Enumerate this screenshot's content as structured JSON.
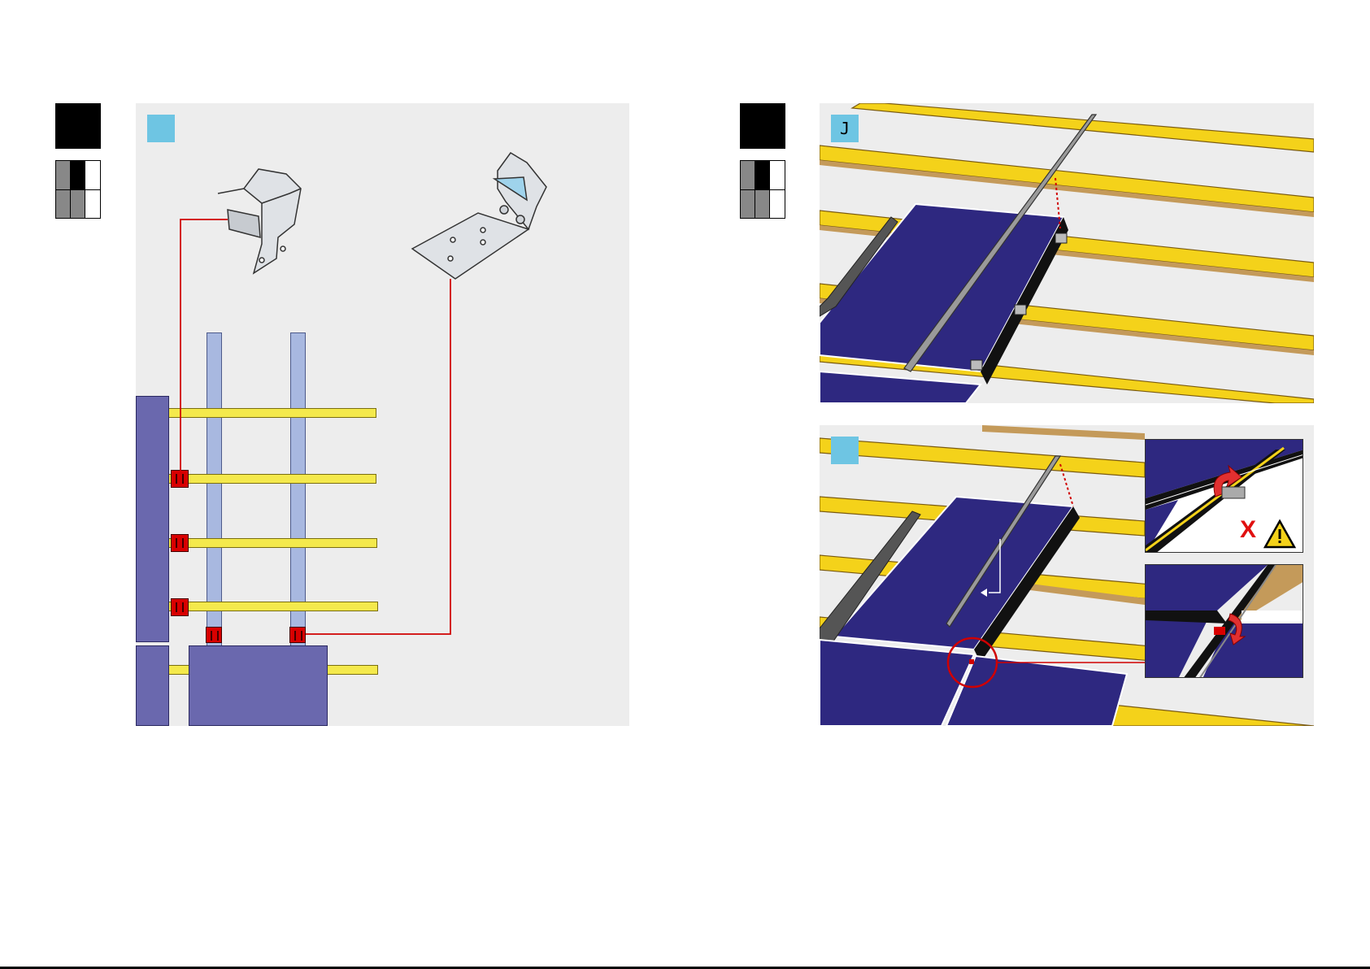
{
  "left_page": {
    "step_number": "",
    "progress_cells": [
      "gray",
      "black",
      "white",
      "gray",
      "gray",
      "white"
    ],
    "panel_tag": "",
    "part_icons": [
      "module-end-clamp-icon",
      "roof-hook-bracket-icon"
    ]
  },
  "right_page": {
    "step_number": "",
    "progress_cells": [
      "gray",
      "black",
      "white",
      "gray",
      "gray",
      "white"
    ],
    "panel_j_tag": "J",
    "panel_k_tag": "",
    "warning_mark": "X",
    "warning_icon": "warning-triangle-icon"
  },
  "colors": {
    "panel_background": "#ededed",
    "tag_blue": "#6ec5e3",
    "rail_yellow": "#f4e94c",
    "module_purple": "#6a68ae",
    "solar_panel": "#2e2880",
    "clamp_red": "#d80000",
    "leader_line": "#d00000"
  }
}
